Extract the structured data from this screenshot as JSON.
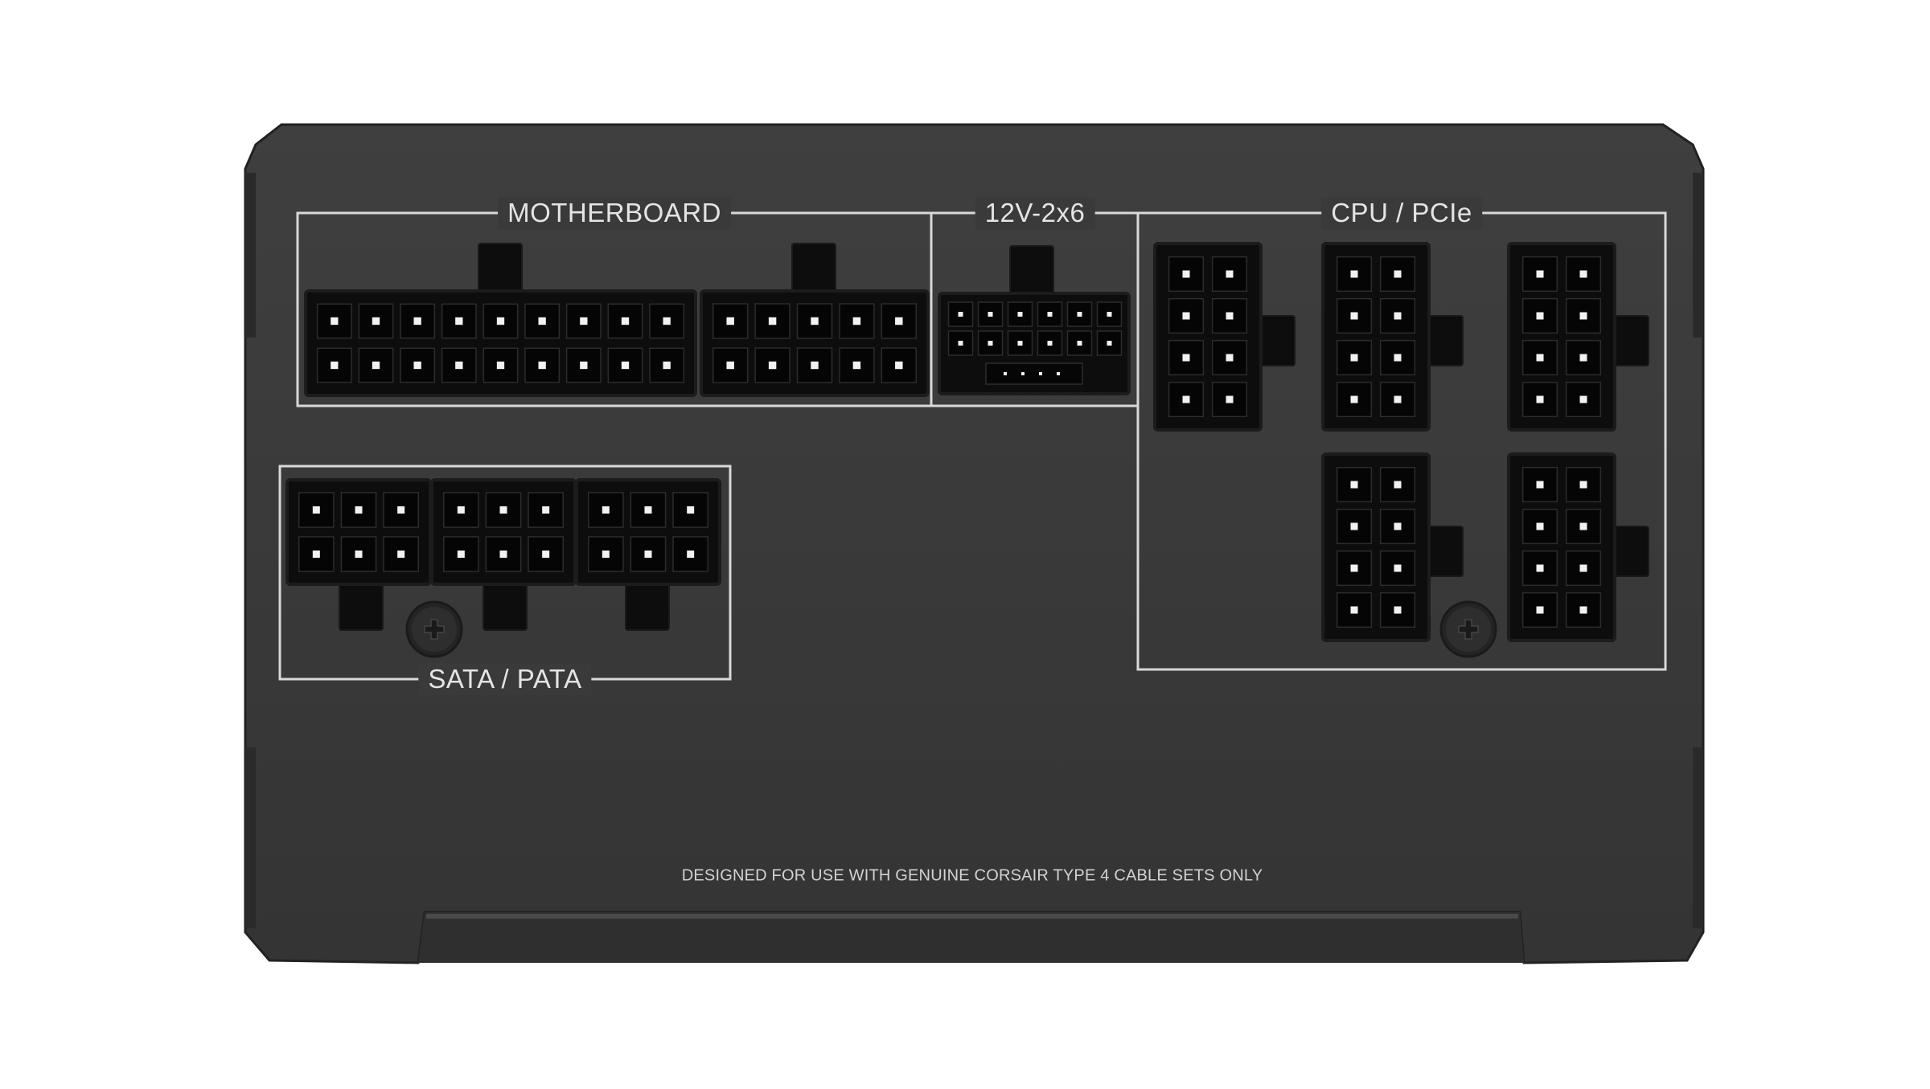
{
  "panel": {
    "labels": {
      "motherboard": "MOTHERBOARD",
      "twelve_volt": "12V-2x6",
      "cpu_pcie": "CPU / PCIe",
      "sata_pata": "SATA / PATA"
    },
    "notice": "DESIGNED FOR USE WITH GENUINE CORSAIR TYPE 4 CABLE SETS ONLY"
  },
  "colors": {
    "background": "#ffffff",
    "chassis": "#3a3a3a",
    "connector": "#0d0d0d",
    "pin": "#f2f2f2",
    "outline": "#d8d8d8"
  }
}
